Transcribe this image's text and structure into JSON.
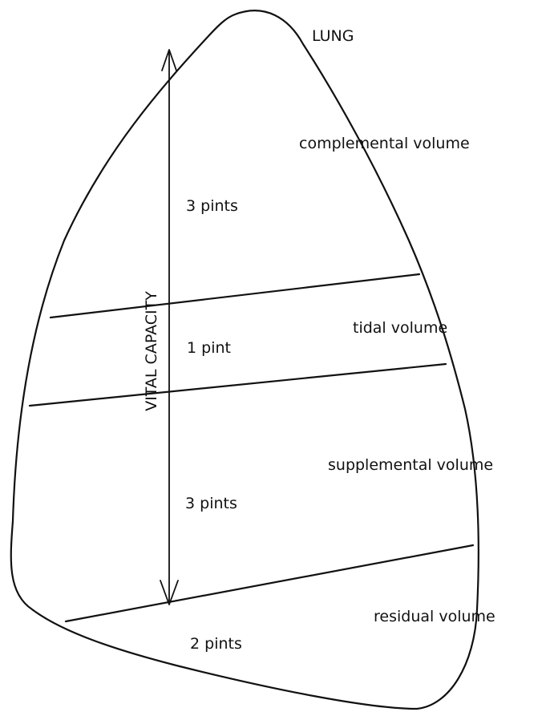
{
  "organ_label": "LUNG",
  "axis_label": "VITAL CAPACITY",
  "volumes": [
    {
      "name": "complemental volume",
      "amount": "3 pints"
    },
    {
      "name": "tidal volume",
      "amount": "1 pint"
    },
    {
      "name": "supplemental volume",
      "amount": "3 pints"
    },
    {
      "name": "residual volume",
      "amount": "2 pints"
    }
  ]
}
